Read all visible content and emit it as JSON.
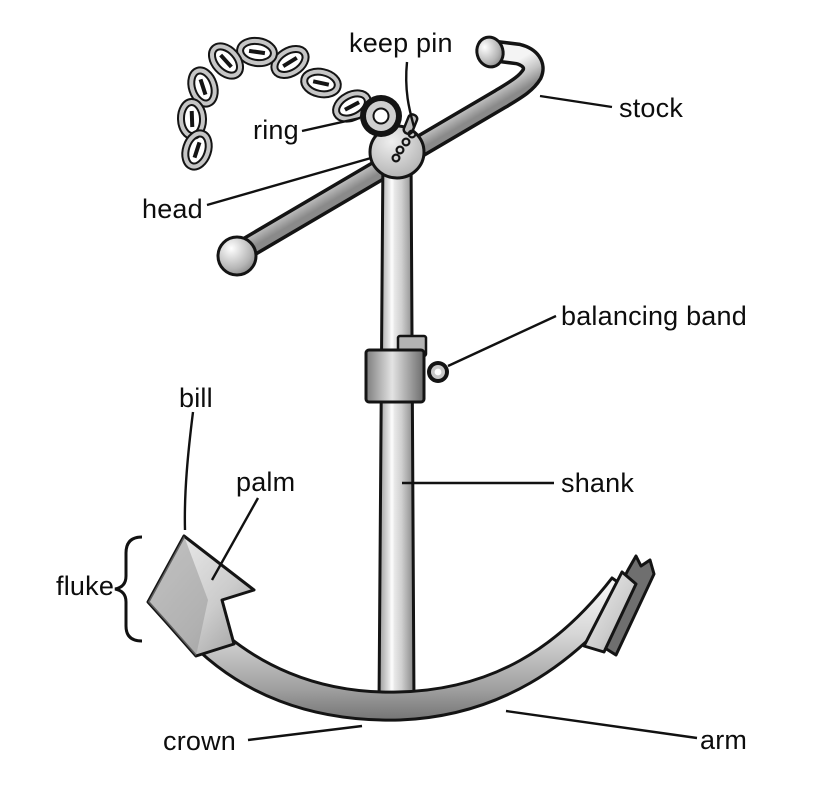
{
  "figure": {
    "type": "labeled-diagram",
    "subject": "admiralty-anchor"
  },
  "labels": {
    "keep_pin": "keep pin",
    "stock": "stock",
    "ring": "ring",
    "head": "head",
    "balancing_band": "balancing band",
    "bill": "bill",
    "palm": "palm",
    "fluke": "fluke",
    "shank": "shank",
    "crown": "crown",
    "arm": "arm"
  },
  "colors": {
    "background": "#ffffff",
    "outline": "#141414",
    "leader_line": "#111111",
    "label_text": "#0d0d0d",
    "metal_light": "#f4f4f4",
    "metal_mid": "#c3c3c3",
    "metal_dark": "#8a8a8a",
    "metal_shadow": "#5f5f5f"
  }
}
